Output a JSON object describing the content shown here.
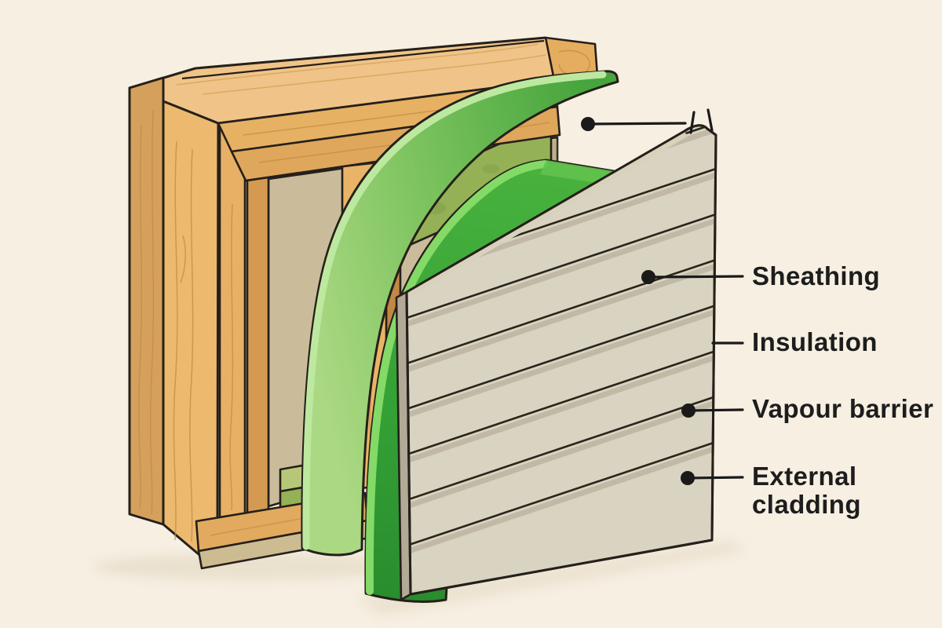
{
  "diagram": {
    "type": "wall-construction-cutaway-illustration",
    "parts": [
      "timber stud frame",
      "insulation batts",
      "green sheathing sheet",
      "green membrane sheet",
      "horizontal lap cladding boards"
    ]
  },
  "labels": {
    "sheathing": "Sheathing",
    "insulation": "Insulation",
    "vapour_barrier": "Vapour barrier",
    "external_cladding_line1": "External",
    "external_cladding_line2": "cladding"
  },
  "colors": {
    "background": "#f6efe2",
    "outline": "#25201a",
    "wood_face": "#eab56b",
    "wood_top": "#f0c488",
    "wood_side": "#d5a05c",
    "back_panel_khaki": "#cabc9a",
    "insulation_olive": "#94b156",
    "insulation_olive_top": "#b6c877",
    "green_sheet_back": "#7cc35e",
    "green_sheet_front": "#37a038",
    "cladding_grey": "#d9d3c2",
    "label_text": "#1d1d1d"
  }
}
